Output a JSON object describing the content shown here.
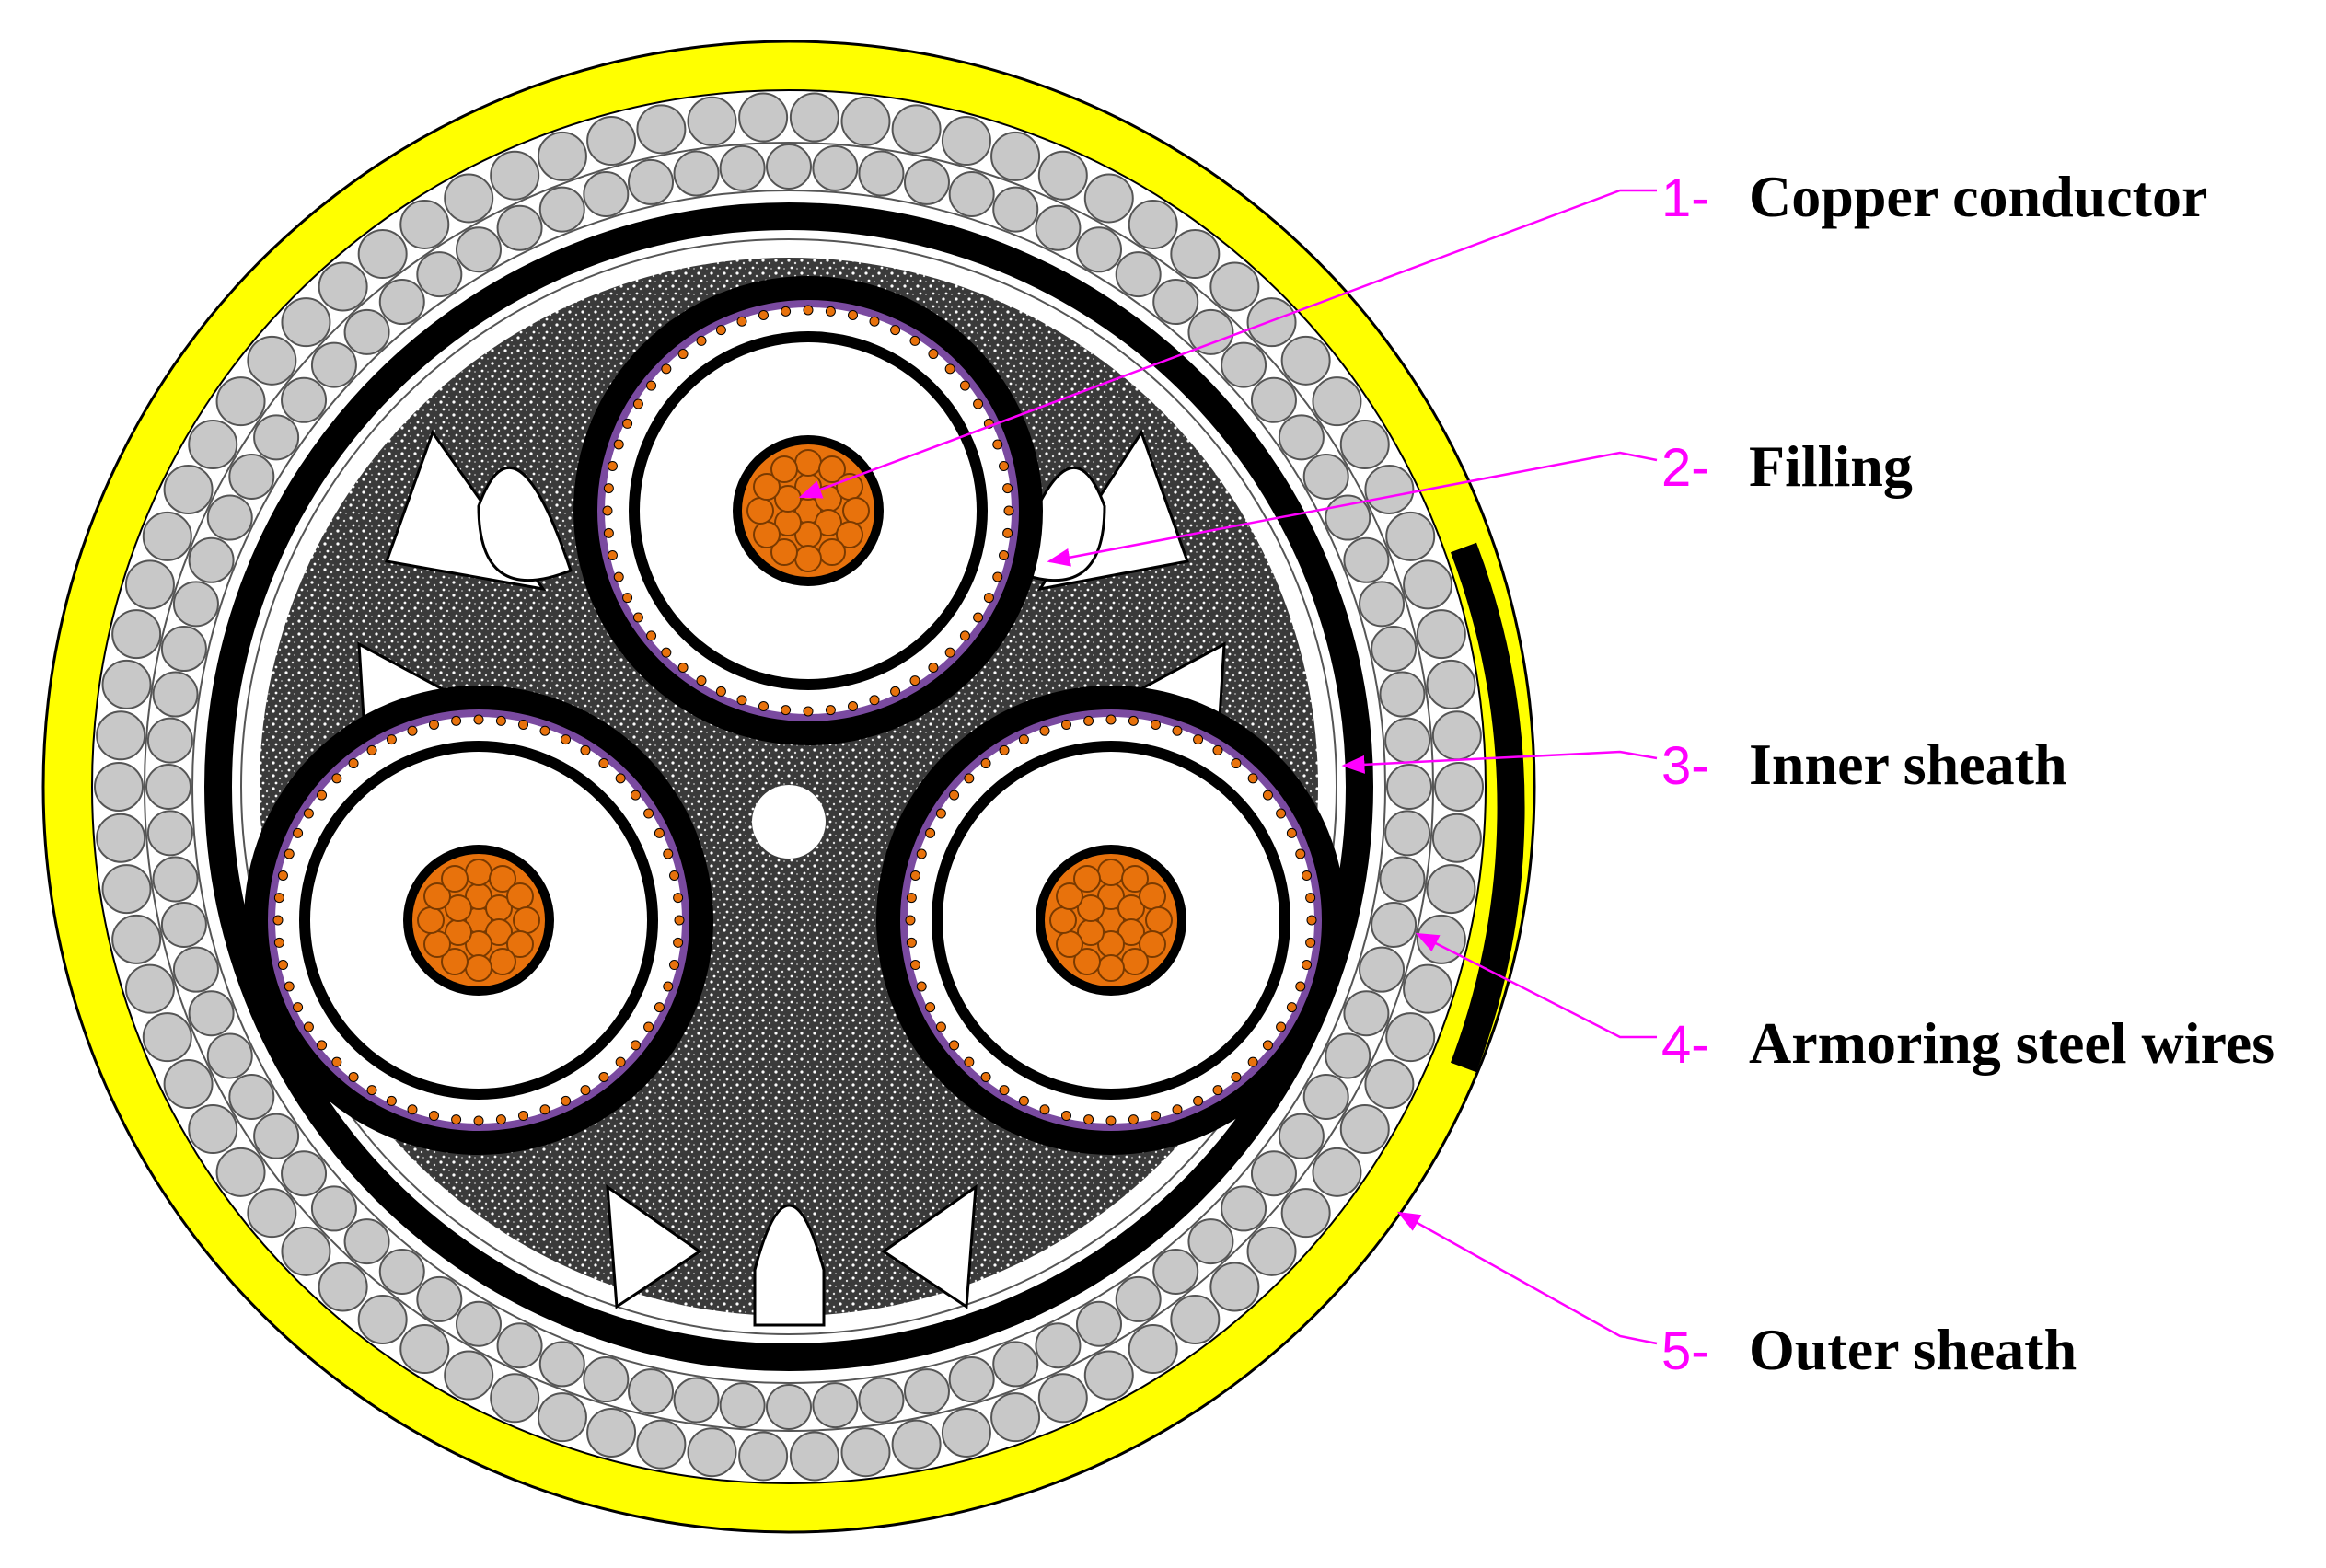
{
  "colors": {
    "outer_sheath": "#ffff00",
    "sheath_black": "#000000",
    "armor_wire": "#c8c8c8",
    "copper": "#e8720c",
    "filling": "#404040",
    "screen_purple": "#7a4aa0",
    "leader_magenta": "#ff00ff",
    "label_text": "#000000"
  },
  "labels": [
    {
      "number": "1-",
      "text": "Copper conductor",
      "icon": "copper-conductor"
    },
    {
      "number": "2-",
      "text": "Filling",
      "icon": "filling"
    },
    {
      "number": "3-",
      "text": "Inner sheath",
      "icon": "inner-sheath"
    },
    {
      "number": "4-",
      "text": "Armoring steel wires",
      "icon": "armoring-steel-wires"
    },
    {
      "number": "5-",
      "text": "Outer sheath",
      "icon": "outer-sheath"
    }
  ]
}
